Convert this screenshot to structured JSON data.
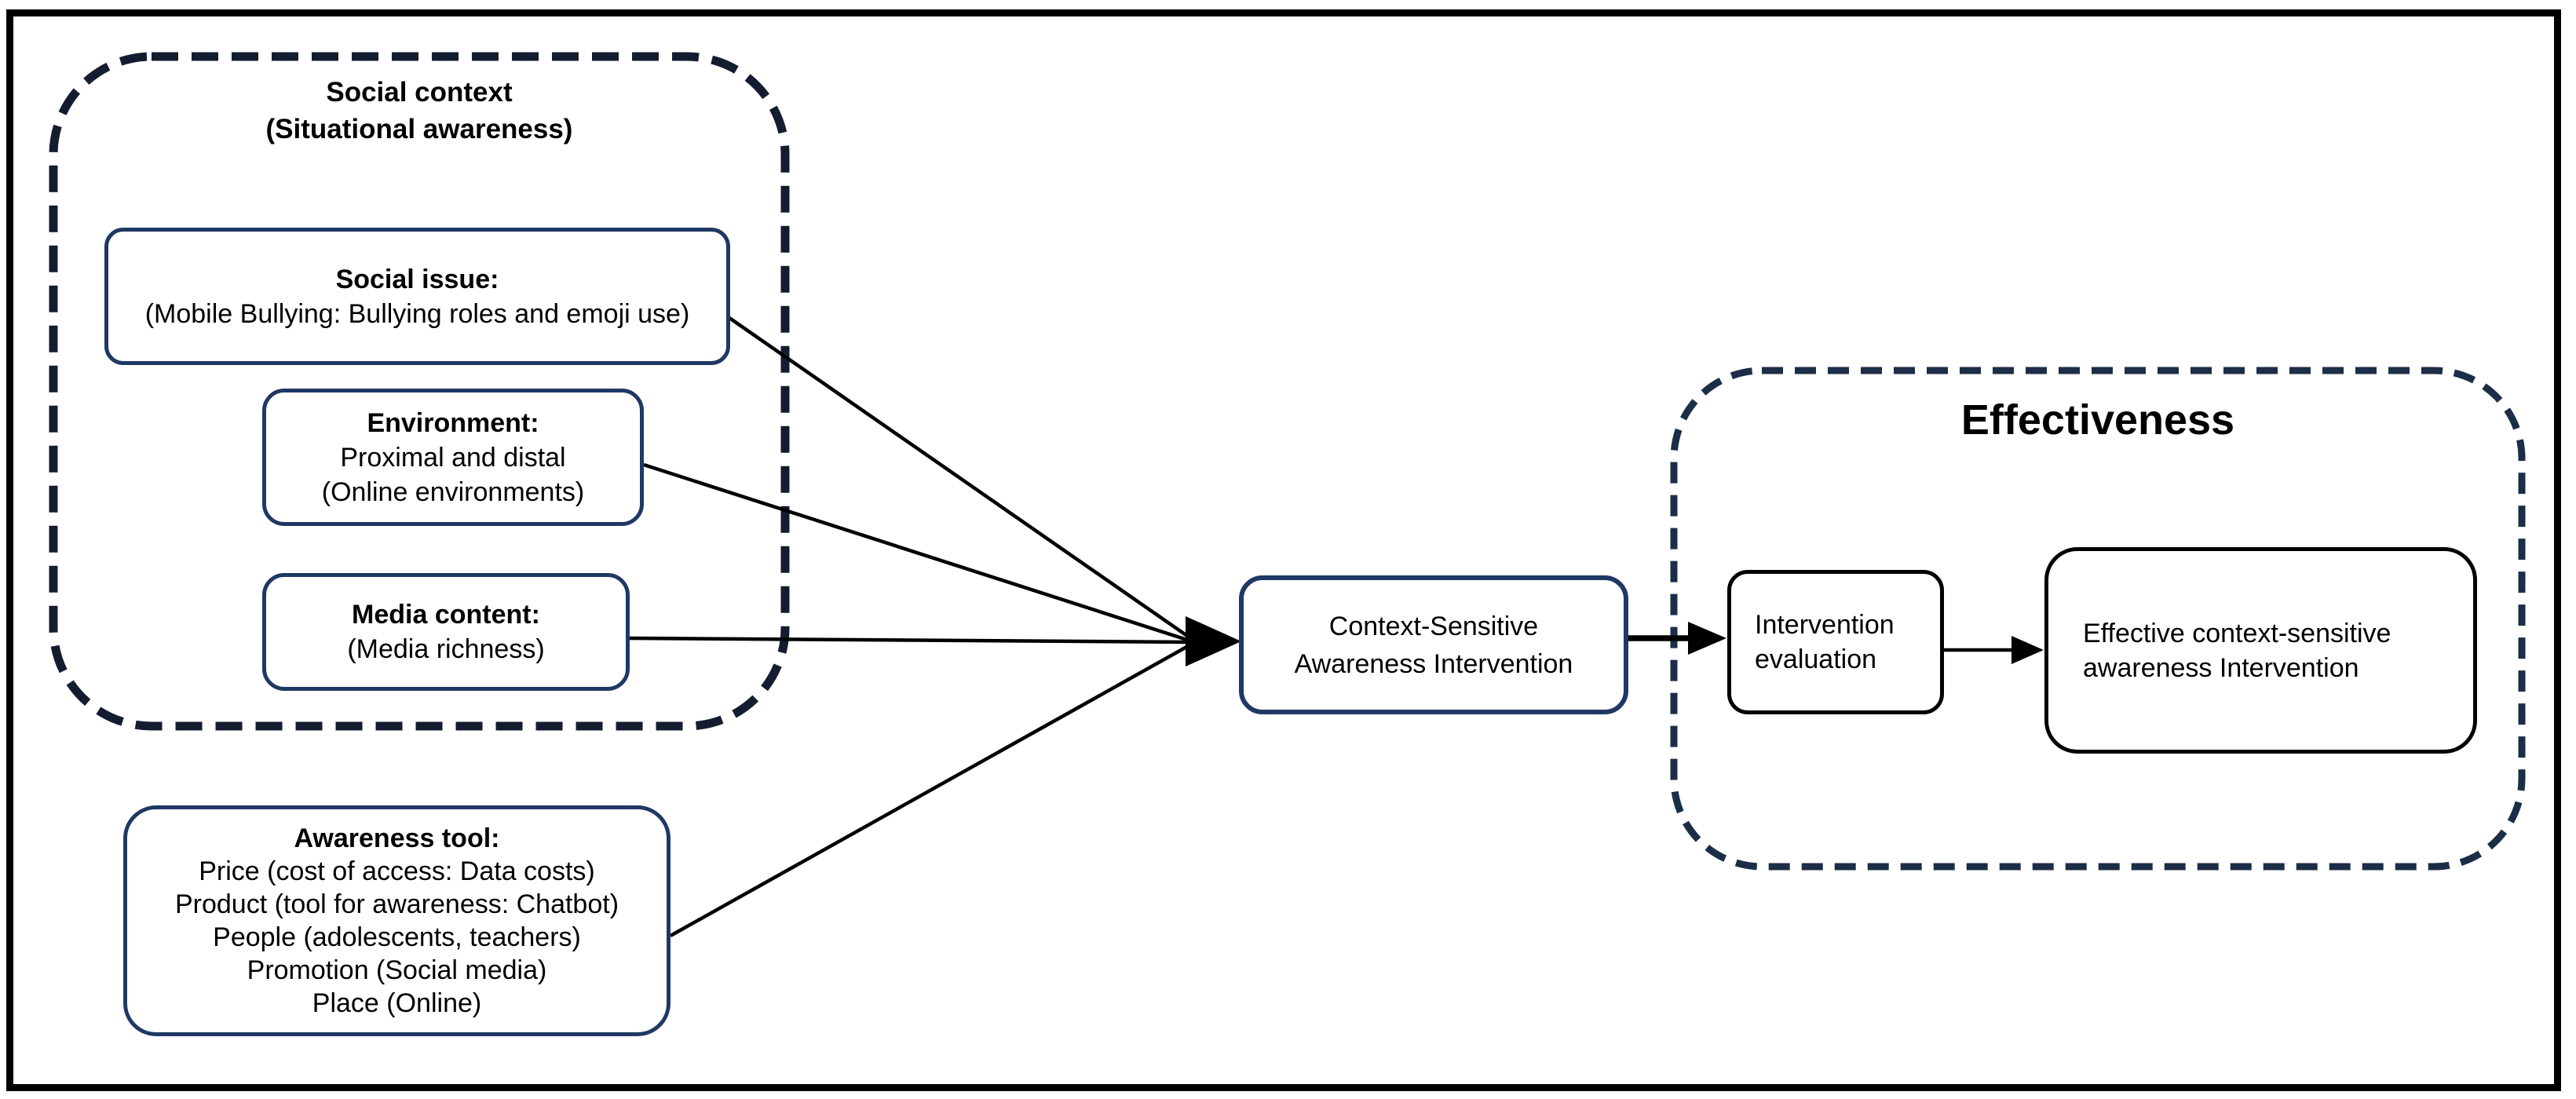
{
  "diagram": {
    "social_context": {
      "title_line1": "Social context",
      "title_line2": "(Situational awareness)",
      "social_issue": {
        "heading": "Social issue:",
        "lines": [
          "(Mobile Bullying: Bullying roles and emoji use)"
        ]
      },
      "environment": {
        "heading": "Environment:",
        "lines": [
          "Proximal and distal",
          "(Online environments)"
        ]
      },
      "media_content": {
        "heading": "Media content:",
        "lines": [
          "(Media richness)"
        ]
      }
    },
    "awareness_tool": {
      "heading": "Awareness tool:",
      "lines": [
        "Price (cost of access: Data costs)",
        "Product (tool for awareness: Chatbot)",
        "People (adolescents, teachers)",
        "Promotion (Social media)",
        "Place (Online)"
      ]
    },
    "intervention_box": {
      "line1": "Context-Sensitive",
      "line2": "Awareness Intervention"
    },
    "effectiveness": {
      "title": "Effectiveness",
      "evaluation": {
        "line1": "Intervention",
        "line2": "evaluation"
      },
      "outcome": {
        "line1": "Effective context-sensitive",
        "line2": "awareness Intervention"
      }
    },
    "colors": {
      "box_border_navy": "#1f3864",
      "dashed_social": "#141d30",
      "dashed_effectiveness": "#1c2e47",
      "connector": "#000000"
    }
  }
}
